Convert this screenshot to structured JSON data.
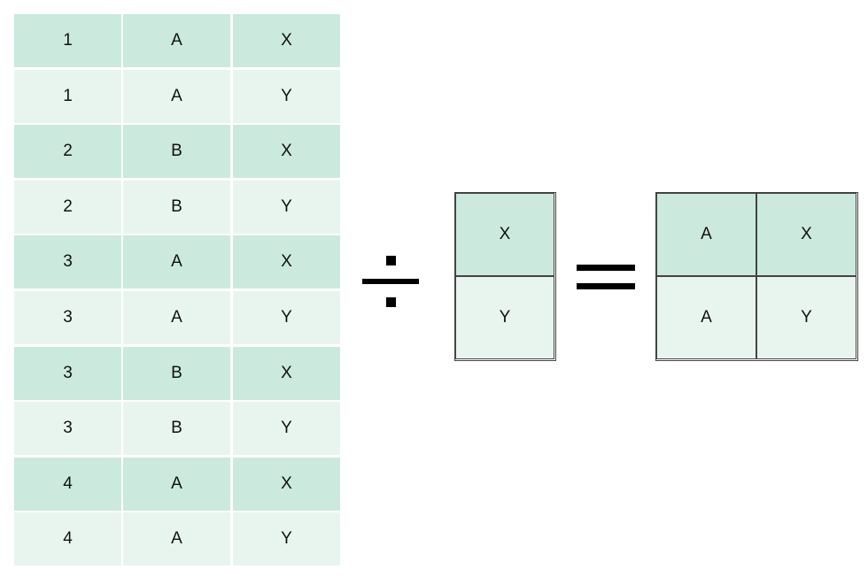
{
  "dividend_table": {
    "rows": [
      {
        "cells": [
          "1",
          "A",
          "X"
        ],
        "shade": "dark"
      },
      {
        "cells": [
          "1",
          "A",
          "Y"
        ],
        "shade": "light"
      },
      {
        "cells": [
          "2",
          "B",
          "X"
        ],
        "shade": "dark"
      },
      {
        "cells": [
          "2",
          "B",
          "Y"
        ],
        "shade": "light"
      },
      {
        "cells": [
          "3",
          "A",
          "X"
        ],
        "shade": "dark"
      },
      {
        "cells": [
          "3",
          "A",
          "Y"
        ],
        "shade": "light"
      },
      {
        "cells": [
          "3",
          "B",
          "X"
        ],
        "shade": "dark"
      },
      {
        "cells": [
          "3",
          "B",
          "Y"
        ],
        "shade": "light"
      },
      {
        "cells": [
          "4",
          "A",
          "X"
        ],
        "shade": "dark"
      },
      {
        "cells": [
          "4",
          "A",
          "Y"
        ],
        "shade": "light"
      }
    ]
  },
  "operators": {
    "divide": "division-sign",
    "equals": "equals-sign"
  },
  "divisor_table": {
    "rows": [
      {
        "cells": [
          "X"
        ],
        "shade": "dark"
      },
      {
        "cells": [
          "Y"
        ],
        "shade": "light"
      }
    ]
  },
  "result_table": {
    "rows": [
      {
        "cells": [
          "A",
          "X"
        ],
        "shade": "dark"
      },
      {
        "cells": [
          "A",
          "Y"
        ],
        "shade": "light"
      }
    ]
  },
  "colors": {
    "dark_cell": "#cbe9dc",
    "light_cell": "#e8f5ef",
    "border": "#444444",
    "operator": "#000000"
  }
}
